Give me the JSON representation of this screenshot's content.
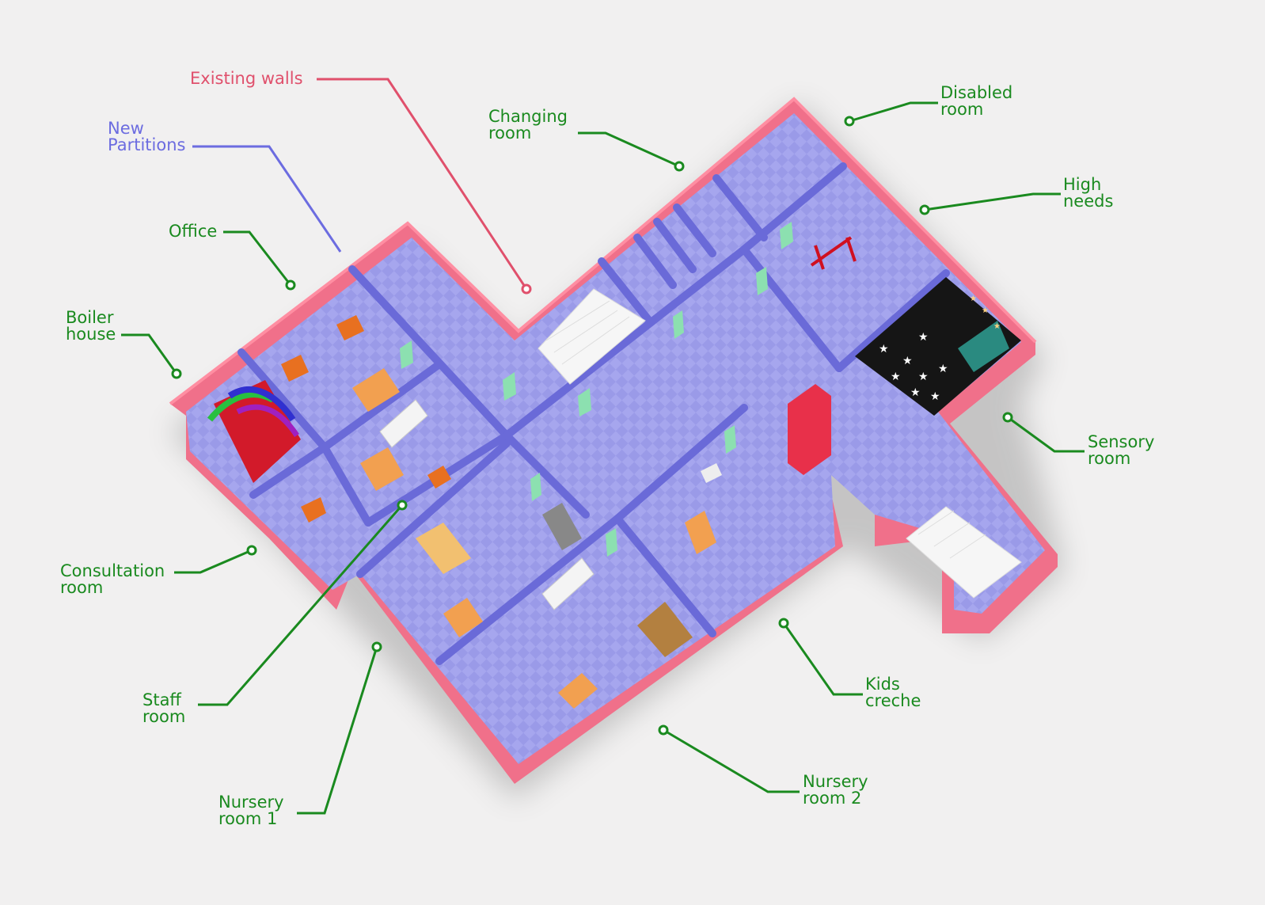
{
  "legend": {
    "existing_walls": {
      "text": "Existing walls",
      "color": "#e0506c"
    },
    "new_partitions": {
      "line1": "New",
      "line2": "Partitions",
      "color": "#6c6ce0"
    }
  },
  "rooms": {
    "office": {
      "line1": "Office"
    },
    "boiler_house": {
      "line1": "Boiler",
      "line2": "house"
    },
    "changing_room": {
      "line1": "Changing",
      "line2": "room"
    },
    "disabled_room": {
      "line1": "Disabled",
      "line2": "room"
    },
    "high_needs": {
      "line1": "High",
      "line2": "needs"
    },
    "sensory_room": {
      "line1": "Sensory",
      "line2": "room"
    },
    "consultation_room": {
      "line1": "Consultation",
      "line2": "room"
    },
    "staff_room": {
      "line1": "Staff",
      "line2": "room"
    },
    "nursery_room_1": {
      "line1": "Nursery",
      "line2": "room 1"
    },
    "nursery_room_2": {
      "line1": "Nursery",
      "line2": "room 2"
    },
    "kids_creche": {
      "line1": "Kids",
      "line2": "creche"
    }
  },
  "colors": {
    "label_green": "#1a8a1f",
    "existing_wall": "#f0708a",
    "partition": "#7d7de6",
    "floor": "#9b9bea",
    "background": "#f1f0f0"
  }
}
